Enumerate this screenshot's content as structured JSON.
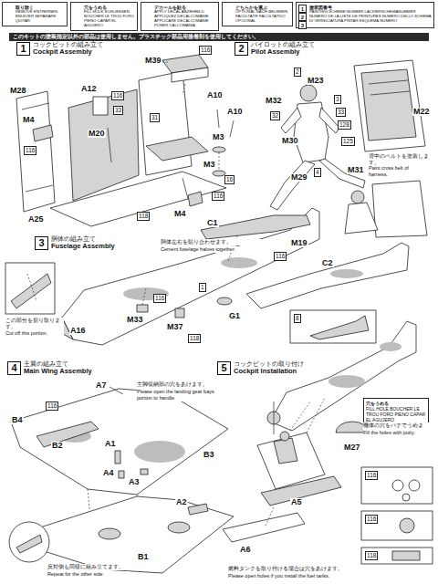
{
  "diagram": {
    "nodes": [
      {
        "text": [
          "取り除く",
          "REMOVE ENTFERNEN ENLEVER SEPARARE QUITAR"
        ]
      },
      {
        "text": [
          "穴をうめる",
          "FILL HOLE SCHLIESSEN BOUCHER LE TROU FORO PIENO CAPAR EL AGUJERO"
        ]
      },
      {
        "text": [
          "デカールを貼る",
          "APPLY DECAL ABZIEHBILD APPLIQUEZ DECALCOMANIE APPLICARE DECALCOMANIE PONER CALCOMANIA"
        ]
      },
      {
        "text": [
          "どちらかを選ぶ",
          "OPTIONAL NACH BELIEBEN FACULTATIF FACOLTATIVO OPCIONAL"
        ]
      },
      {
        "text": [
          "塗装図番号",
          "PAINTING SCHEME NUMBER LACKIERSCHEMANUMMER NUMERO DE LA LISTE DE PEINTURES NUMERO DELLO SCHEMA DI VERNICIATURA PINTAR ESQUEMA NUMERO"
        ]
      },
      {
        "text": [
          "1"
        ],
        "in": 4
      },
      {
        "text": [
          "2"
        ],
        "in": 4
      },
      {
        "text": [
          "3"
        ],
        "in": 4
      },
      {
        "text": [
          "1",
          "コックピットの組み立て",
          "Cockpit Assembly"
        ]
      },
      {
        "text": [
          "2",
          "パイロットの組み立て",
          "Pilot Assembly"
        ]
      },
      {
        "text": [
          "3",
          "胴体の組み立て",
          "Fuselage Assembly"
        ]
      },
      {
        "text": [
          "4",
          "主翼の組み立て",
          "Main Wing Assembly"
        ]
      },
      {
        "text": [
          "5",
          "コックピットの取り付け",
          "Cockpit Installation"
        ]
      },
      {
        "text": [
          "穴をうめる",
          "FILL HOLE BOUCHER LE TROU FORO PIENO CAPAR EL AGUJERO"
        ]
      }
    ],
    "labels": [
      "このキットの塗装指定以外の部品は使用しません。プラスチック部品用接着剤を使用してください。",
      "M39",
      "116",
      "A12",
      "116",
      "M28",
      "M4",
      "M20",
      "33",
      "31",
      "A10",
      "A10",
      "M3",
      "M3",
      "16",
      "116",
      "A25",
      "118",
      "M4",
      "116",
      "M23",
      "2",
      "M32",
      "32",
      "M30",
      "3",
      "33",
      "128",
      "M22",
      "125",
      "4",
      "M29",
      "M31",
      "背中のベルトを塗装します。",
      "Paint cross belt of harness.",
      "C1",
      "M19",
      "116",
      "C2",
      "116",
      "1",
      "G1",
      "M33",
      "M37",
      "A16",
      "118",
      "8",
      "この部分を切り取ります。",
      "Cut off this portion.",
      "胴体左右を貼り合わせます。",
      "Cement fuselage halves together.",
      "A7",
      "116",
      "B4",
      "B2",
      "A1",
      "A4",
      "A3",
      "B3",
      "A2",
      "B1",
      "主脚収納部の穴をあけます。",
      "Please open the landing gear bays portion to handle.",
      "反対側も同様に組み立てます。",
      "Repeat for the other side",
      "M27",
      "A5",
      "A6",
      "116",
      "116",
      "118",
      "機体の穴をパテでうめます。",
      "Fill the holes with putty.",
      "燃料タンクを取り付ける場合は穴をあけます。",
      "Please open holes if you install the fuel tanks."
    ]
  }
}
